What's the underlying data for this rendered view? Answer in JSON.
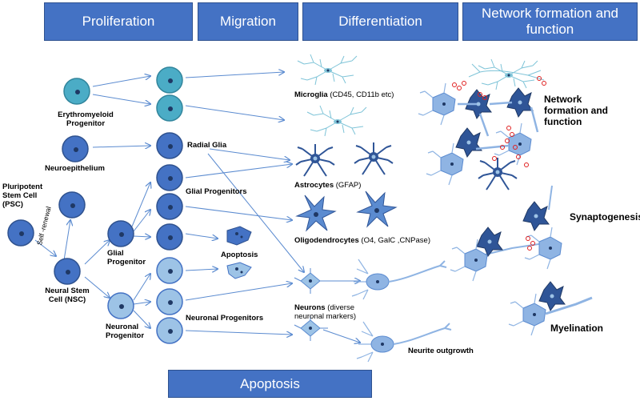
{
  "headers": {
    "proliferation": "Proliferation",
    "migration": "Migration",
    "differentiation": "Differentiation",
    "network": "Network formation and function",
    "apoptosis_bar": "Apoptosis"
  },
  "labels": {
    "erythromyeloid": "Erythromyeloid Progenitor",
    "neuroepithelium": "Neuroepithelium",
    "psc": "Pluripotent Stem Cell (PSC)",
    "self_renewal": "Self -renewal",
    "nsc": "Neural Stem Cell (NSC)",
    "glial_progenitor": "Glial Progenitor",
    "neuronal_progenitor": "Neuronal Progenitor",
    "radial_glia": "Radial Glia",
    "glial_progenitors": "Glial Progenitors",
    "apoptosis": "Apoptosis",
    "neuronal_progenitors": "Neuronal Progenitors",
    "microglia": "Microglia",
    "microglia_markers": "(CD45, CD11b etc)",
    "astrocytes": "Astrocytes",
    "astrocytes_markers": "(GFAP)",
    "oligodendrocytes": "Oligodendrocytes",
    "oligo_markers": "(O4, GalC ,CNPase)",
    "neurons": "Neurons",
    "neurons_markers": "(diverse neuronal markers)",
    "neurite_outgrowth": "Neurite outgrowth",
    "network_formation": "Network formation and function",
    "synaptogenesis": "Synaptogenesis",
    "myelination": "Myelination"
  },
  "colors": {
    "header_fill": "#4472C4",
    "teal_cell": "#4BACC6",
    "dark_cell": "#4472C4",
    "light_cell": "#9DC3E6",
    "nucleus": "#1F3864",
    "arrow": "#5B8BD0",
    "synapse": "#E02020",
    "microglia": "#7FC4D8",
    "neuron_light": "#8FB4E3",
    "neuron_dark": "#2F5597"
  }
}
